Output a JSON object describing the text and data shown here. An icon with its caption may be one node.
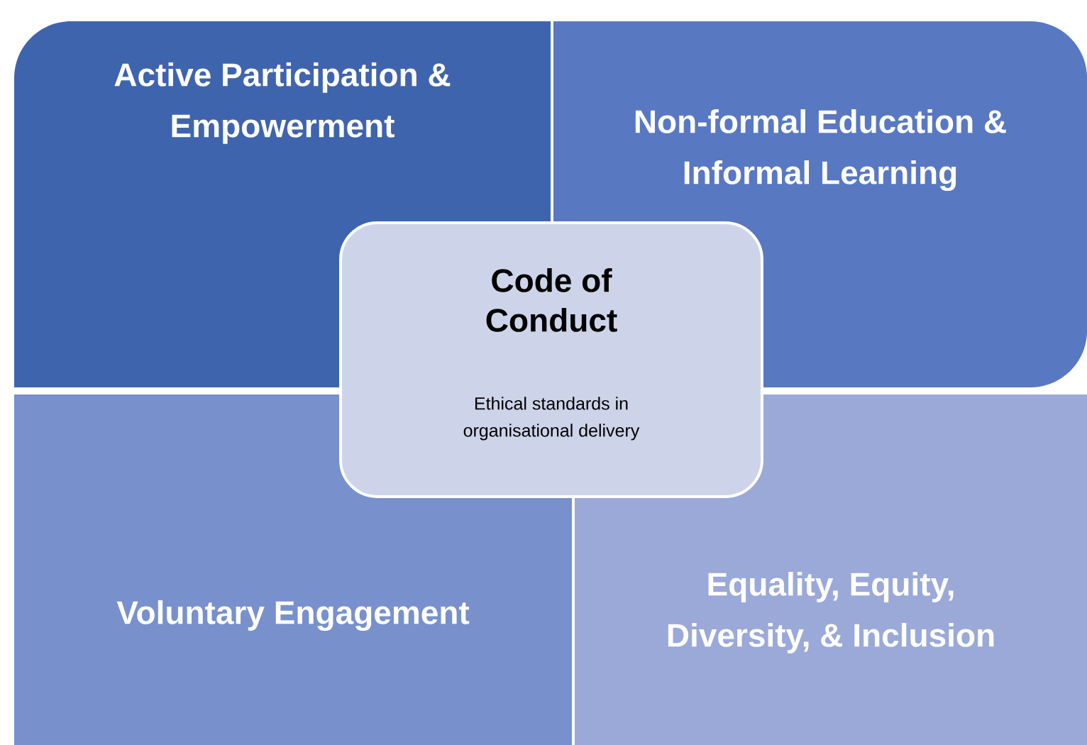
{
  "diagram": {
    "nodes": [
      {
        "text": [
          "Active Participation & Empowerment"
        ]
      },
      {
        "text": [
          "Non-formal Education & Informal Learning"
        ]
      },
      {
        "text": [
          "Code of Conduct",
          "Ethical standards in organisational delivery"
        ]
      },
      {
        "text": [
          "Voluntary Engagement"
        ]
      },
      {
        "text": [
          "Equality, Equity, Diversity, & Inclusion"
        ]
      }
    ]
  }
}
